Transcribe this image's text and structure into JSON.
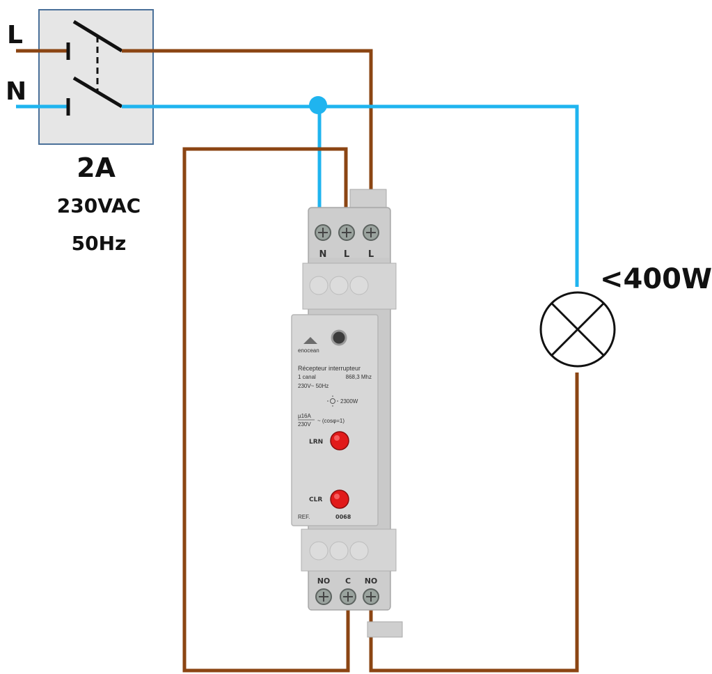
{
  "breaker": {
    "line_label": "L",
    "neutral_label": "N",
    "rating": "2A",
    "voltage": "230VAC",
    "frequency": "50Hz"
  },
  "lamp": {
    "power_label": "<400W"
  },
  "receiver": {
    "top_terminals": [
      "N",
      "L",
      "L"
    ],
    "bottom_terminals": [
      "NO",
      "C",
      "NO"
    ],
    "brand": "enocean",
    "title": "Récepteur interrupteur",
    "channels": "1 canal",
    "radio_freq": "868,3 Mhz",
    "supply": "230V~ 50Hz",
    "lamp_rating": "2300W",
    "contact_current": "µ16A",
    "contact_voltage": "230V",
    "cos_phi": "~ (cosφ=1)",
    "learn_label": "LRN",
    "clear_label": "CLR",
    "ref_label": "REF.",
    "ref_value": "0068"
  },
  "colors": {
    "live_wire": "#8b4513",
    "neutral_wire": "#1fb4ef",
    "breaker_fill": "#e6e6e6",
    "breaker_border": "#4a7099",
    "device_body": "#c4c4c4",
    "device_panel": "#d3d3d3",
    "button_red": "#e11a1a"
  }
}
